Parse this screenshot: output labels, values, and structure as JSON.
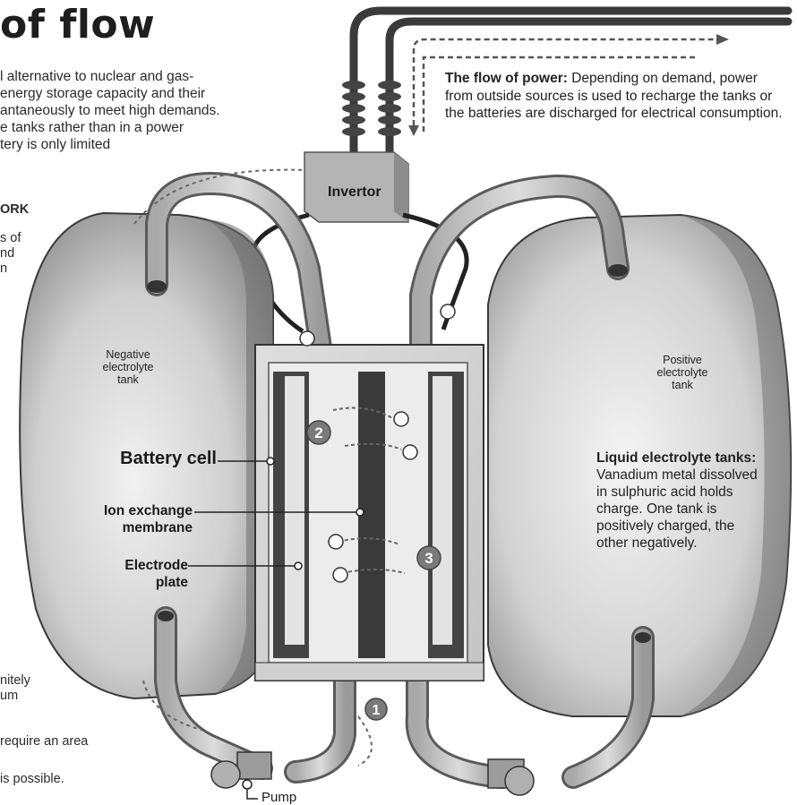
{
  "title": "of flow",
  "intro_lines": [
    "l alternative to nuclear and gas-",
    "energy storage capacity and their",
    "antaneously to meet high demands.",
    "e tanks rather than in a power",
    "tery is only limited"
  ],
  "left_fragments": {
    "heading": "ORK",
    "lines": [
      "s of",
      "nd",
      "n"
    ],
    "bottom_a": [
      "nitely",
      "um"
    ],
    "bottom_b": [
      "require an area"
    ],
    "bottom_c": [
      "is possible."
    ]
  },
  "power_note": {
    "title": "The flow of power:",
    "text": "Depending on demand, power from outside sources is used to recharge the tanks or the batteries are discharged for electrical consumption."
  },
  "invertor_label": "Invertor",
  "negative_tank_lines": [
    "Negative",
    "electrolyte",
    "tank"
  ],
  "positive_tank_lines": [
    "Positive",
    "electrolyte",
    "tank"
  ],
  "cell_labels": {
    "battery_cell": "Battery cell",
    "ion_exchange": [
      "Ion exchange",
      "membrane"
    ],
    "electrode": [
      "Electrode",
      "plate"
    ]
  },
  "tanks_note": {
    "title": "Liquid electrolyte tanks:",
    "text": "Vanadium metal dissolved in sulphuric acid holds charge. One tank is positively charged, the other negatively."
  },
  "pump_label": "Pump",
  "step_numbers": [
    "1",
    "2",
    "3"
  ],
  "colors": {
    "ink": "#1a1a1a",
    "tank_fill": "#d7d7d7",
    "tank_shadow": "#8f8f8f",
    "pipe": "#bdbdbd"
  }
}
